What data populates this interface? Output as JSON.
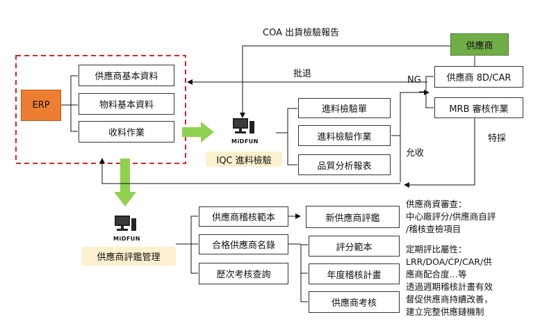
{
  "erp": {
    "label": "ERP"
  },
  "master": {
    "items": [
      "供應商基本資料",
      "物料基本資料",
      "收料作業"
    ]
  },
  "iqc": {
    "midfun": "MiDFUN",
    "label": "IQC 進料檢驗",
    "items": [
      "進料檢驗單",
      "進料檢驗作業",
      "品質分析報表"
    ]
  },
  "supplier": {
    "label": "供應商"
  },
  "ng_branch": {
    "items": [
      "供應商 8D/CAR",
      "MRB 審核作業"
    ]
  },
  "flow_labels": {
    "coa": "COA 出貨檢驗報告",
    "return": "批退",
    "ng": "NG",
    "accept": "允收",
    "special": "特採"
  },
  "evaluation": {
    "midfun": "MiDFUN",
    "label": "供應商評鑑管理",
    "items": [
      "供應商稽核範本",
      "合格供應商名錄",
      "歷次考核查詢"
    ],
    "new_eval": "新供應商評鑑",
    "sub_items": [
      "評分範本",
      "年度稽核計畫",
      "供應商考核"
    ]
  },
  "notes": {
    "audit": [
      "供應商資審查：",
      "中心廠評分/供應商自評",
      "/稽核查檢項目"
    ],
    "periodic": [
      "定期評比屬性：",
      "LRR/DOA/CP/CAR/供",
      "應商配合度…等",
      "透過週期稽核計畫有效",
      "督促供應商持續改善，",
      "建立完整供應鏈機制"
    ]
  },
  "colors": {
    "erp_fill": "#ed7d31",
    "supplier_fill": "#70ad47",
    "dashed_border": "#e02020",
    "green_arrow": "#8fd14f",
    "midfun_badge": "#fdf0cf"
  }
}
